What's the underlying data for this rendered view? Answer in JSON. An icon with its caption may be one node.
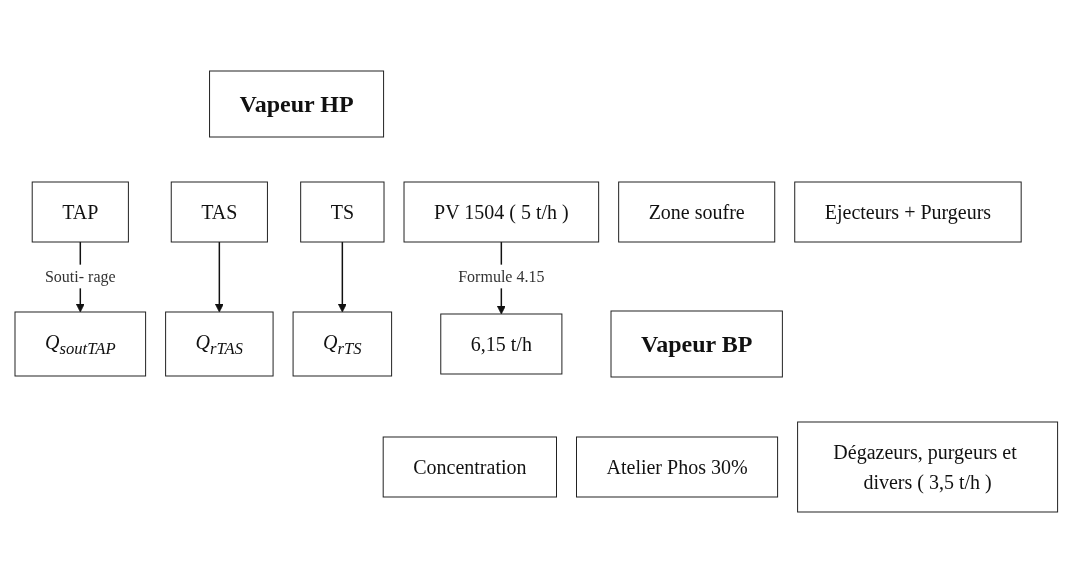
{
  "diagram": {
    "nodes": [
      {
        "text": [
          "Vapeur HP"
        ]
      },
      {
        "text": [
          "TAP"
        ]
      },
      {
        "text": [
          "TAS"
        ]
      },
      {
        "text": [
          "TS"
        ]
      },
      {
        "text": [
          "Zone soufre"
        ]
      },
      {
        "text": [
          "Ejecteurs + Purgeurs"
        ]
      },
      {
        "text": [
          "PV 1504 ( 5 t/h )"
        ]
      },
      {
        "text": [
          "Q$_{soutTAP}$"
        ]
      },
      {
        "text": [
          "Q$_{rTAS}$"
        ]
      },
      {
        "text": [
          "Q$_{rTS}$"
        ]
      },
      {
        "text": [
          "6,15 t/h"
        ]
      },
      {
        "text": [
          "Vapeur BP"
        ]
      },
      {
        "text": [
          "Concentration"
        ]
      },
      {
        "text": [
          "Atelier Phos 30%"
        ]
      },
      {
        "text": [
          "Dégazeurs, purgeurs et divers ( 3,5 t/h )"
        ]
      }
    ],
    "edges": [
      {
        "from": 1,
        "to": 7,
        "arrow": "to",
        "label": "Souti- rage"
      },
      {
        "from": 2,
        "to": 8,
        "arrow": "to"
      },
      {
        "from": 3,
        "to": 9,
        "arrow": "to"
      },
      {
        "from": 6,
        "to": 10,
        "arrow": "to",
        "label": "Formule 4.15"
      }
    ]
  }
}
